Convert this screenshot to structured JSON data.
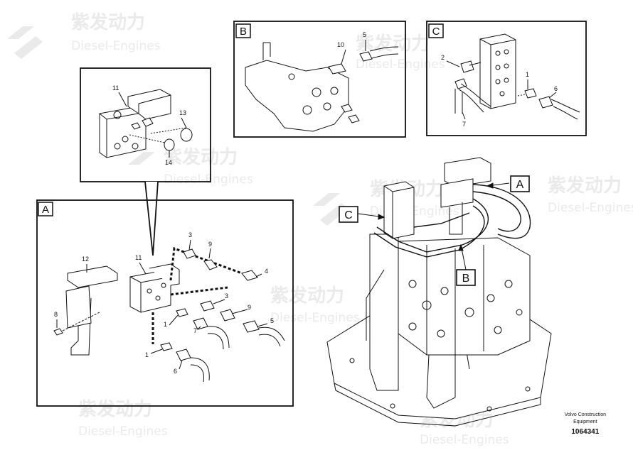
{
  "watermark": {
    "brand_cn": "紫发动力",
    "brand_en": "Diesel-Engines"
  },
  "views": {
    "a": "A",
    "b": "B",
    "c": "C"
  },
  "callouts": {
    "p1": "1",
    "p2": "2",
    "p3": "3",
    "p4": "4",
    "p5": "5",
    "p6": "6",
    "p7": "7",
    "p8": "8",
    "p9": "9",
    "p10": "10",
    "p11": "11",
    "p12": "12",
    "p13": "13",
    "p14": "14"
  },
  "footer": {
    "caption_line1": "Volvo Construction",
    "caption_line2": "Equipment",
    "drawing_number": "1064341"
  }
}
